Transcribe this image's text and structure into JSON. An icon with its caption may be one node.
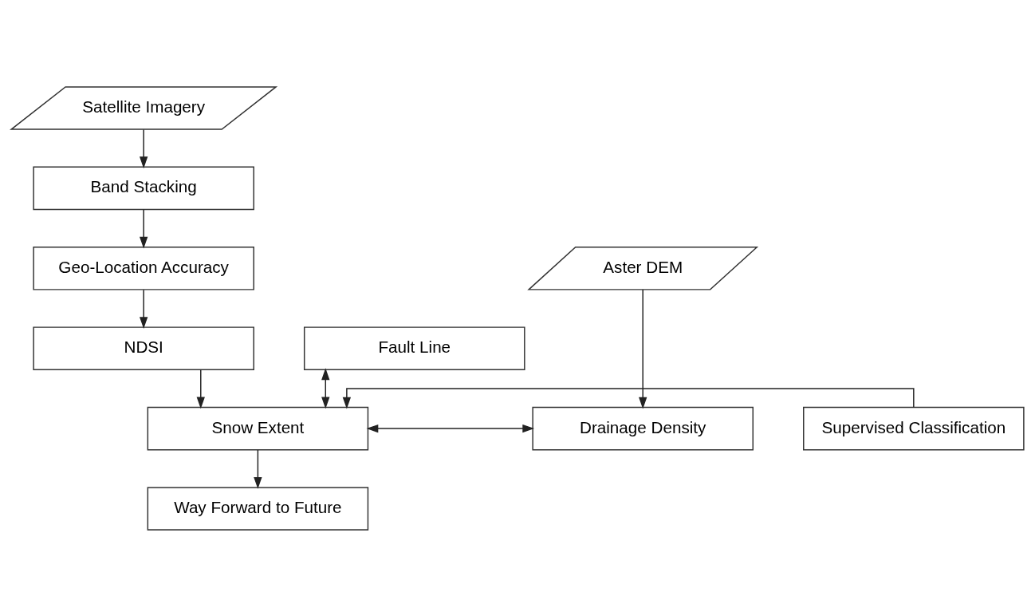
{
  "diagram": {
    "nodes": [
      {
        "text": [
          "Satellite Imagery"
        ]
      },
      {
        "text": [
          "Band Stacking"
        ]
      },
      {
        "text": [
          "Geo-Location Accuracy"
        ]
      },
      {
        "text": [
          "NDSI"
        ]
      },
      {
        "text": [
          "Aster DEM"
        ]
      },
      {
        "text": [
          "Drainage Density"
        ]
      },
      {
        "text": [
          "Snow Extent"
        ]
      },
      {
        "text": [
          "Supervised Classification"
        ]
      },
      {
        "text": [
          "Fault Line"
        ]
      },
      {
        "text": [
          "Way Forward to Future"
        ]
      }
    ],
    "edges": [
      {
        "from": 0,
        "to": 1,
        "arrow": "to"
      },
      {
        "from": 1,
        "to": 2,
        "arrow": "to"
      },
      {
        "from": 2,
        "to": 3,
        "arrow": "to"
      },
      {
        "from": 3,
        "to": 6,
        "arrow": "to"
      },
      {
        "from": 4,
        "to": 5,
        "arrow": "to"
      },
      {
        "from": 5,
        "to": 6,
        "arrow": "both"
      },
      {
        "from": 8,
        "to": 6,
        "arrow": "both"
      },
      {
        "from": 7,
        "to": 6,
        "arrow": "to"
      },
      {
        "from": 6,
        "to": 9,
        "arrow": "to"
      }
    ]
  }
}
